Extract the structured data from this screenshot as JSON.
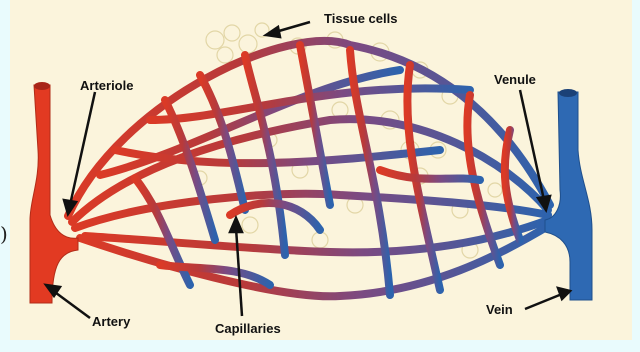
{
  "diagram": {
    "labels": {
      "tissue_cells": "Tissue cells",
      "arteriole": "Arteriole",
      "venule": "Venule",
      "artery": "Artery",
      "capillaries": "Capillaries",
      "vein": "Vein"
    },
    "colors": {
      "arterial": "#d8342a",
      "venous": "#2a67ad",
      "mixed": "#8a3d6e",
      "background": "#fbf4dc",
      "page": "#e9fbfd"
    }
  },
  "fragments": {
    "paren": ")"
  }
}
